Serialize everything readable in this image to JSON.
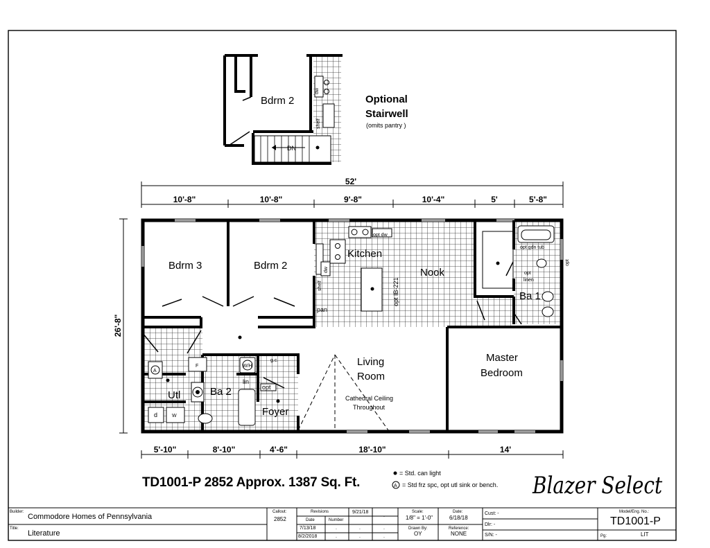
{
  "optional": {
    "title_line1": "Optional",
    "title_line2": "Stairwell",
    "subtitle": "(omits pantry )",
    "bdrm2": "Bdrm 2",
    "dn": "DN",
    "dw": "dw",
    "shelf": "shelf"
  },
  "dimensions": {
    "overall": "52'",
    "top": [
      "10'-8\"",
      "10'-8\"",
      "9'-8\"",
      "10'-4\"",
      "5'",
      "5'-8\""
    ],
    "depth": "26'-8\"",
    "bottom": [
      "5'-10\"",
      "8'-10\"",
      "4'-6\"",
      "18'-10\"",
      "14'"
    ]
  },
  "rooms": {
    "bdrm3": "Bdrm 3",
    "bdrm2": "Bdrm 2",
    "kitchen": "Kitchen",
    "nook": "Nook",
    "living1": "Living",
    "living2": "Room",
    "cathedral1": "Cathedral Ceiling",
    "cathedral2": "Throughout",
    "master1": "Master",
    "master2": "Bedroom",
    "ba1": "Ba 1",
    "ba2": "Ba 2",
    "utl": "Utl",
    "foyer": "Foyer"
  },
  "labels": {
    "opt_dw": "opt dw",
    "dw": "dw",
    "shelf": "shelf",
    "pan": "pan",
    "opt_ib": "opt IB-221",
    "opt_gdn_tub": "opt gdn tub",
    "opt_linen_1": "opt",
    "opt_linen_2": "linen",
    "opt_side": "opt",
    "gc": "g.c.",
    "lin": "lin",
    "opt": "opt",
    "f": "F",
    "a": "A",
    "d": "d",
    "w": "W",
    "wh": "W/H"
  },
  "caption": "TD1001-P 2852  Approx. 1387 Sq. Ft.",
  "brand": "Blazer Select",
  "legend": {
    "can_light": "= Std. can light",
    "std_frz": "= Std frz spc, opt utl sink or bench.",
    "circle_a": "A"
  },
  "title_block": {
    "builder_label": "Builder:",
    "builder": "Commodore Homes of Pennsylvania",
    "title_label": "Title:",
    "title": "Literature",
    "callout_label": "Callout:",
    "callout": "2852",
    "revisions_label": "Revisions",
    "rev_top_date": "9/21/18",
    "date_label": "Date",
    "number_label": "Number",
    "rev1": "7/13/18",
    "rev2": "8/2/2018",
    "dot": ".",
    "scale_label": "Scale:",
    "scale": "1/8\" = 1'-0\"",
    "drawn_label": "Drawn By:",
    "drawn": "OY",
    "date2_label": "Date:",
    "date2": "6/18/18",
    "ref_label": "Reference:",
    "ref": "NONE",
    "cust": "Cust: -",
    "dlr": "Dlr:  -",
    "sn": "S/N:  -",
    "model_label": "Model/Eng. No.:",
    "model": "TD1001-P",
    "pg_label": "Pg:",
    "pg": "LIT"
  }
}
